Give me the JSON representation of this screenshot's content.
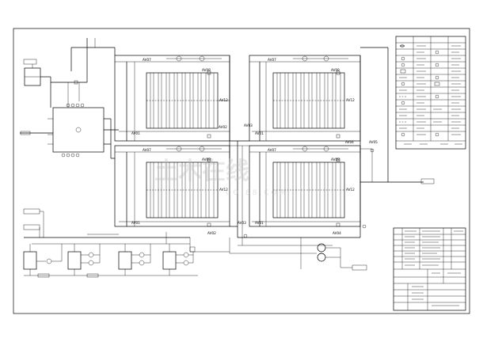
{
  "valve_labels": {
    "av07_a": "AV07",
    "av08_a": "AV08",
    "av12_a": "AV12",
    "av01_a": "AV01",
    "av02_a": "AV02",
    "av07_b": "AV07",
    "av08_b": "AV08",
    "av12_b": "AV12",
    "av01_b": "AV01",
    "av02_b": "AV02",
    "av07_c": "AV07",
    "av08_c": "AV08",
    "av12_c": "AV12",
    "av01_c": "AV01",
    "av03_c": "AV03",
    "av04_c": "AV04",
    "av07_d": "AV07",
    "av08_d": "AV08",
    "av12_d": "AV12",
    "av01_d": "AV01",
    "av03_d": "AV03",
    "av04_d": "AV04",
    "av05_d": "AV05"
  },
  "watermark": {
    "main": "土木在线",
    "sub": "COI88.COM"
  },
  "icon_names": [
    "valve-icon",
    "pump-icon",
    "gauge-icon",
    "tank-icon"
  ]
}
